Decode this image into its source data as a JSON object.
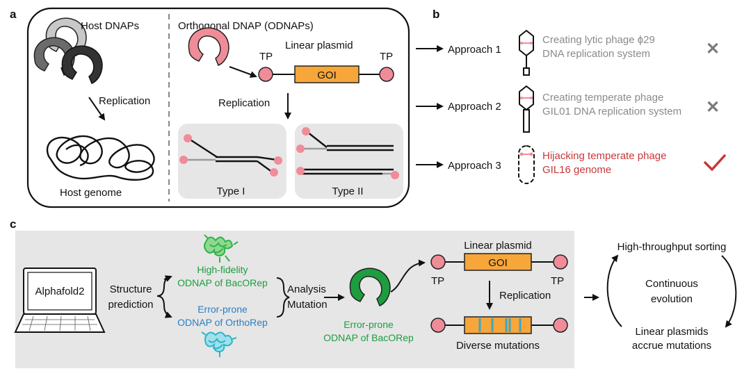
{
  "panel_a": {
    "letter": "a",
    "host_title": "Host DNAPs",
    "replication_label": "Replication",
    "host_genome_label": "Host genome",
    "orthogonal_title": "Orthogonal DNAP (ODNAPs)",
    "tp_left": "TP",
    "tp_right": "TP",
    "linear_plasmid_label": "Linear plasmid",
    "goi_label": "GOI",
    "ortho_replication_label": "Replication",
    "type1_label": "Type I",
    "type2_label": "Type II"
  },
  "panel_b": {
    "letter": "b",
    "approaches": [
      {
        "label": "Approach 1",
        "line1": "Creating lytic phage ϕ29",
        "line2": "DNA replication system",
        "result": "✕",
        "result_meaning": "failed"
      },
      {
        "label": "Approach 2",
        "line1": "Creating temperate phage",
        "line2": "GIL01 DNA replication system",
        "result": "✕",
        "result_meaning": "failed"
      },
      {
        "label": "Approach 3",
        "line1": "Hijacking temperate phage",
        "line2": "GIL16 genome",
        "result": "✓",
        "result_meaning": "success"
      }
    ]
  },
  "panel_c": {
    "letter": "c",
    "screen_text": "Alphafold2",
    "structure_prediction_line1": "Structure",
    "structure_prediction_line2": "prediction",
    "high_fidelity_line1": "High-fidelity",
    "high_fidelity_line2": "ODNAP of BacORep",
    "error_prone_ortho_line1": "Error-prone",
    "error_prone_ortho_line2": "ODNAP of OrthoRep",
    "analysis_label": "Analysis",
    "mutation_label": "Mutation",
    "error_prone_bac_line1": "Error-prone",
    "error_prone_bac_line2": "ODNAP of BacORep",
    "linear_plasmid_label": "Linear plasmid",
    "goi_label": "GOI",
    "tp_left": "TP",
    "tp_right": "TP",
    "replication_label": "Replication",
    "diverse_mutations_label": "Diverse mutations",
    "cycle_top": "High-throughput sorting",
    "cycle_center_line1": "Continuous",
    "cycle_center_line2": "evolution",
    "cycle_bottom_line1": "Linear plasmids",
    "cycle_bottom_line2": "accrue mutations"
  },
  "colors": {
    "pink": "#f08c98",
    "orange": "#f7a63a",
    "green": "#1e9c3f",
    "blue": "#2a7fc0",
    "red": "#c8373a",
    "gray_text": "#8a8a8a",
    "panel_bg": "#e6e6e6",
    "mutation_teal": "#3aa7c8"
  }
}
